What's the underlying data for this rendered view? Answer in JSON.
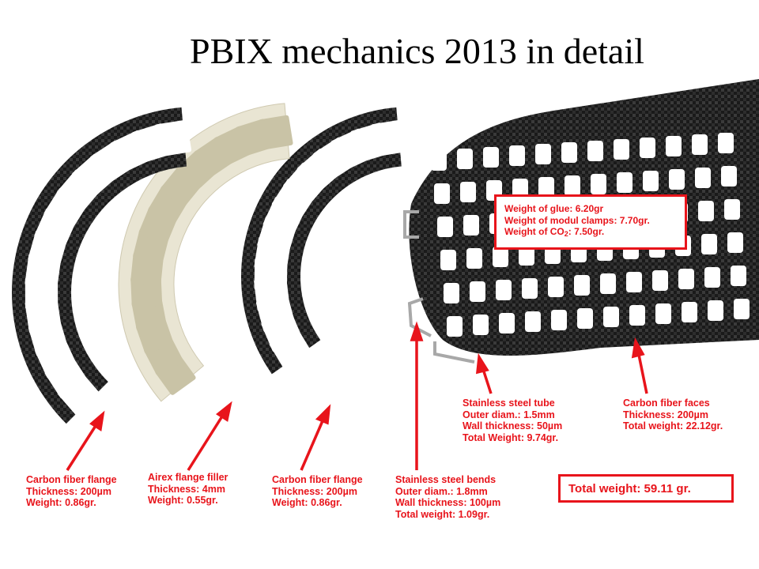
{
  "title": "PBIX mechanics 2013 in detail",
  "labels": {
    "flange_left": [
      "Carbon fiber flange",
      "Thickness: 200µm",
      "Weight: 0.86gr."
    ],
    "airex": [
      "Airex flange filler",
      "Thickness: 4mm",
      "Weight: 0.55gr."
    ],
    "flange_mid": [
      "Carbon fiber flange",
      "Thickness: 200µm",
      "Weight: 0.86gr."
    ],
    "bends": [
      "Stainless steel bends",
      "Outer diam.: 1.8mm",
      "Wall thickness: 100µm",
      "Total weight: 1.09gr."
    ],
    "tube": [
      "Stainless steel tube",
      "Outer diam.: 1.5mm",
      "Wall thickness: 50µm",
      "Total Weight: 9.74gr."
    ],
    "faces": [
      "Carbon fiber faces",
      "Thickness: 200µm",
      "Total weight: 22.12gr."
    ]
  },
  "glue_box": {
    "line1": "Weight of glue: 6.20gr",
    "line2": "Weight of modul clamps: 7.70gr.",
    "line3_prefix": "Weight of CO",
    "line3_sub": "2",
    "line3_suffix": ": 7.50gr."
  },
  "total": "Total weight: 59.11 gr.",
  "colors": {
    "accent": "#e8141b",
    "carbon": "#1c1c1c",
    "airex": "#e9e5d3",
    "steel": "#a8a8a8"
  }
}
